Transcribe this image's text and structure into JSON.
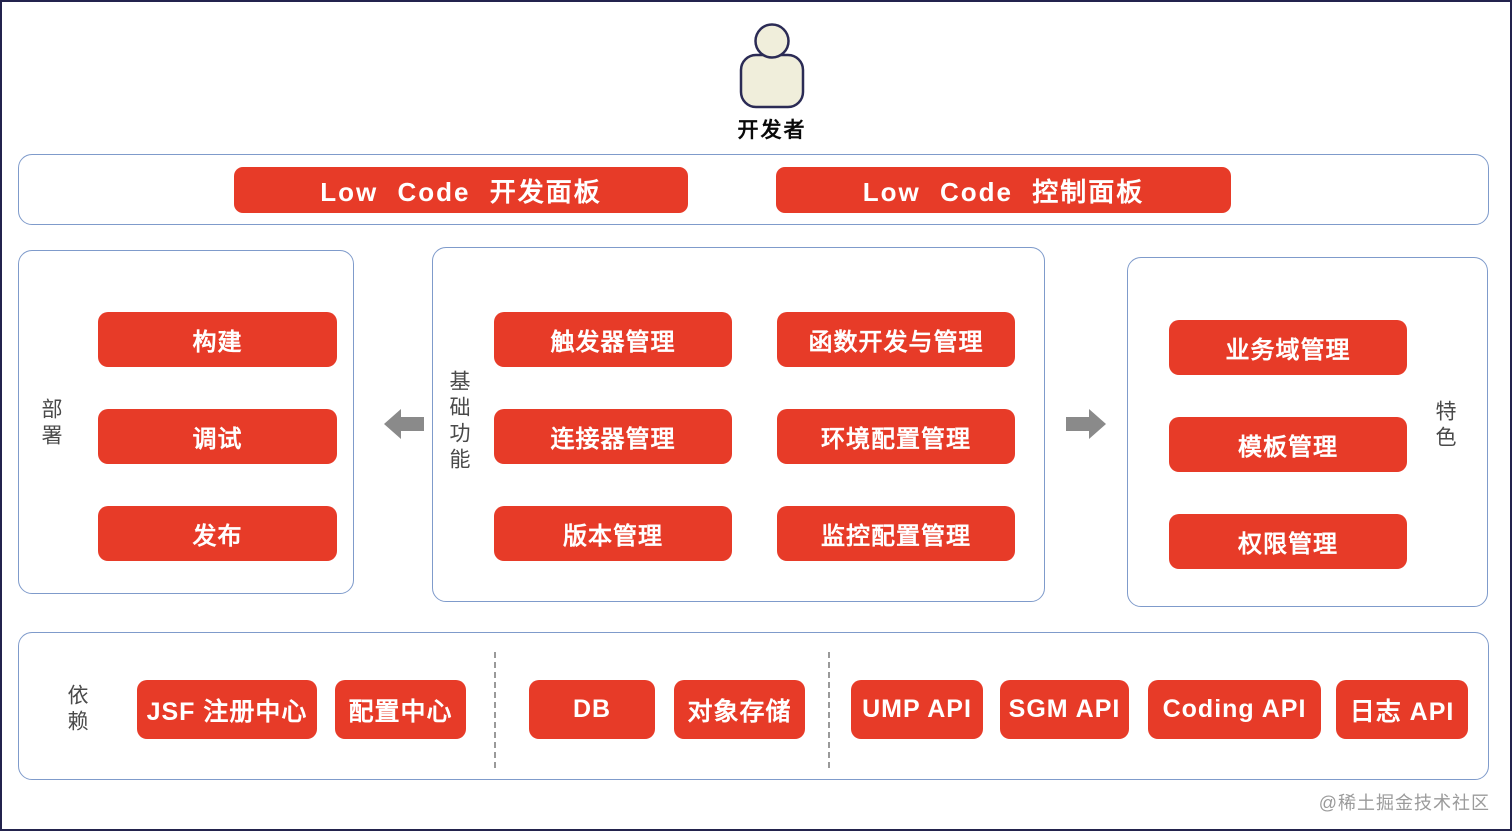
{
  "colors": {
    "accent_red": "#e73b28",
    "panel_border": "#7f9bcb",
    "frame_border": "#23234d",
    "arrow_gray": "#8a8a8a",
    "actor_fill": "#f0eedb",
    "actor_stroke": "#2b2b55",
    "watermark_gray": "#9b9b9b"
  },
  "diagram": {
    "actor": {
      "icon": "developer-person-icon",
      "label": "开发者"
    },
    "top_panel": {
      "buttons": [
        {
          "label": "Low Code 开发面板"
        },
        {
          "label": "Low Code 控制面板"
        }
      ]
    },
    "deploy_box": {
      "label": "部署",
      "items": [
        "构建",
        "调试",
        "发布"
      ]
    },
    "core_box": {
      "label": "基础功能",
      "col1": [
        "触发器管理",
        "连接器管理",
        "版本管理"
      ],
      "col2": [
        "函数开发与管理",
        "环境配置管理",
        "监控配置管理"
      ]
    },
    "feature_box": {
      "label": "特色",
      "items": [
        "业务域管理",
        "模板管理",
        "权限管理"
      ]
    },
    "arrows": [
      {
        "icon": "arrow-left-icon"
      },
      {
        "icon": "arrow-right-icon"
      }
    ],
    "deps_box": {
      "label": "依赖",
      "groups": [
        [
          "JSF 注册中心",
          "配置中心"
        ],
        [
          "DB",
          "对象存储"
        ],
        [
          "UMP API",
          "SGM API",
          "Coding API",
          "日志 API"
        ]
      ]
    },
    "watermark": "@稀土掘金技术社区"
  }
}
